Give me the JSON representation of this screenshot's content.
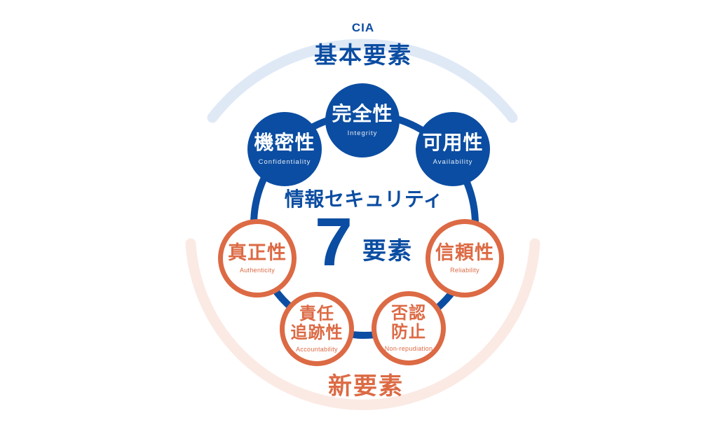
{
  "header": {
    "cia": "CIA",
    "basic_label": "基本要素"
  },
  "footer": {
    "new_label": "新要素"
  },
  "center": {
    "title": "情報セキュリティ",
    "big_number": "7",
    "number_suffix": "要素"
  },
  "cia_nodes": [
    {
      "jp": "完全性",
      "en": "Integrity"
    },
    {
      "jp": "機密性",
      "en": "Confidentiality"
    },
    {
      "jp": "可用性",
      "en": "Availability"
    }
  ],
  "new_nodes": [
    {
      "jp": "真正性",
      "en": "Authenticity"
    },
    {
      "jp": "信頼性",
      "en": "Reliability"
    },
    {
      "jp_line1": "責任",
      "jp_line2": "追跡性",
      "en": "Accountability"
    },
    {
      "jp_line1": "否認",
      "jp_line2": "防止",
      "en": "Non-repudiation"
    }
  ],
  "colors": {
    "blue": "#0b4da2",
    "orange": "#dc6a44",
    "light_blue_arc": "#dfe9f6",
    "light_pink_arc": "#fbeae4",
    "background": "#ffffff"
  }
}
